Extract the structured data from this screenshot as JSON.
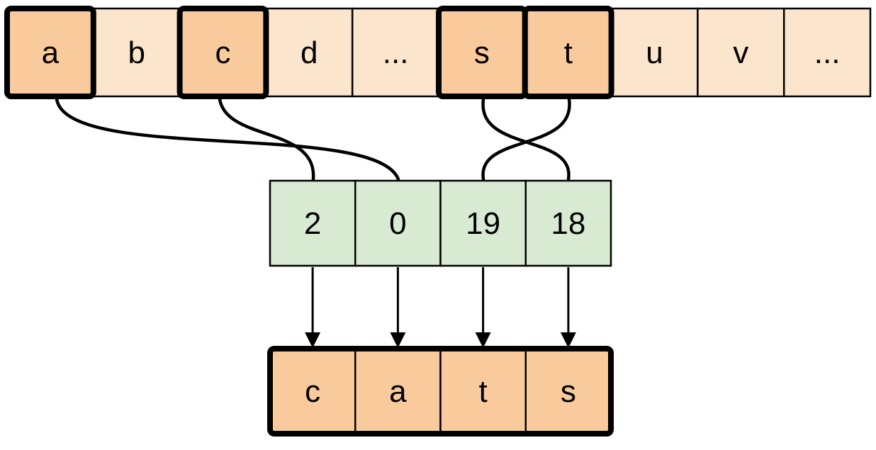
{
  "diagram": {
    "description": "Letters of the alphabet mapped to numeric indices which spell the word cats",
    "colors": {
      "cell_fill_light": "#FCE5CD",
      "cell_fill_highlight": "#F9CB9C",
      "index_fill": "#D9EAD3",
      "line": "#000000"
    },
    "alphabet_row": {
      "cells": [
        {
          "label": "a",
          "highlighted": true
        },
        {
          "label": "b",
          "highlighted": false
        },
        {
          "label": "c",
          "highlighted": true
        },
        {
          "label": "d",
          "highlighted": false
        },
        {
          "label": "...",
          "highlighted": false
        },
        {
          "label": "s",
          "highlighted": true
        },
        {
          "label": "t",
          "highlighted": true
        },
        {
          "label": "u",
          "highlighted": false
        },
        {
          "label": "v",
          "highlighted": false
        },
        {
          "label": "...",
          "highlighted": false
        }
      ]
    },
    "index_row": {
      "cells": [
        {
          "value": "2"
        },
        {
          "value": "0"
        },
        {
          "value": "19"
        },
        {
          "value": "18"
        }
      ]
    },
    "word_row": {
      "cells": [
        {
          "letter": "c"
        },
        {
          "letter": "a"
        },
        {
          "letter": "t"
        },
        {
          "letter": "s"
        }
      ]
    },
    "mappings": [
      {
        "from_letter": "a",
        "to_index": "0"
      },
      {
        "from_letter": "c",
        "to_index": "2"
      },
      {
        "from_letter": "s",
        "to_index": "18"
      },
      {
        "from_letter": "t",
        "to_index": "19"
      }
    ]
  }
}
